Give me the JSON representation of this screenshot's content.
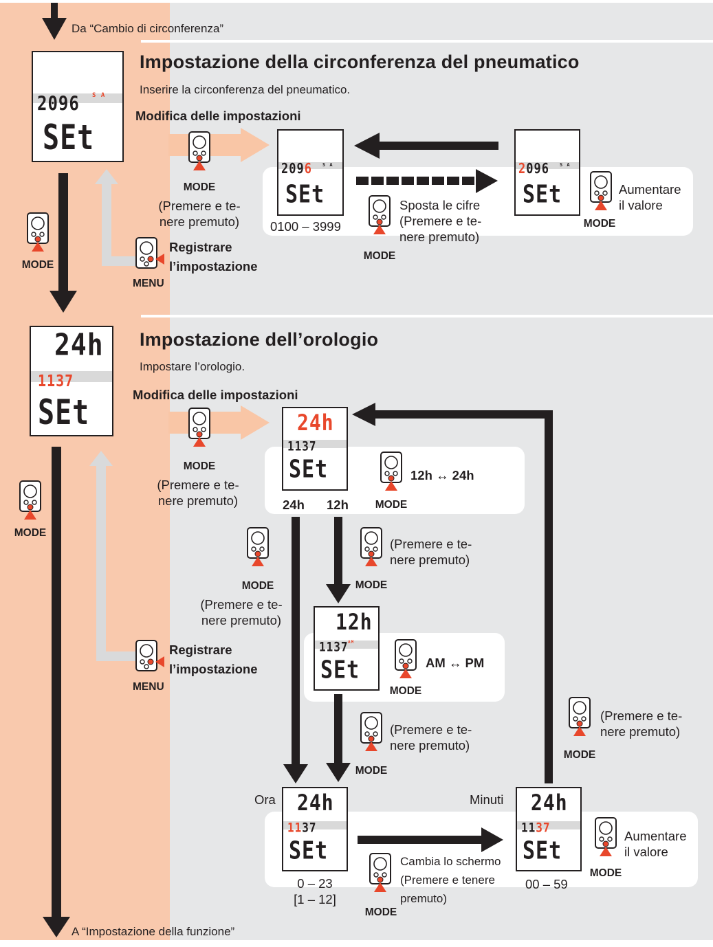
{
  "top": {
    "from_label": "Da “Cambio di circonferenza”"
  },
  "bottom": {
    "to_label": "A “Impostazione della funzione”"
  },
  "common": {
    "mode": "MODE",
    "menu": "MENU",
    "press_hold_1": "(Premere e te-",
    "press_hold_2": "nere premuto)",
    "register_1": "Registrare",
    "register_2": "l’impostazione",
    "edit_settings": "Modifica delle impostazioni",
    "increase_1": "Aumentare",
    "increase_2": "il valore"
  },
  "tire": {
    "title": "Impostazione della circonferenza del pneumatico",
    "subtitle": "Inserire la circonferenza del pneumatico.",
    "lcd_value": "2096",
    "lcd_set": "SEt",
    "lcd_icons": "S A",
    "range": "0100 – 3999",
    "move_digits_1": "Sposta le cifre",
    "move_digits_2": "(Premere e te-",
    "move_digits_3": "nere premuto)",
    "digit_first": "2",
    "digits_rest_a": "209",
    "digit_last": "6",
    "digits_rest_b": "096"
  },
  "clock": {
    "title": "Impostazione dell’orologio",
    "subtitle": "Impostare l’orologio.",
    "lcd_24h": "24h",
    "lcd_12h": "12h",
    "lcd_time": "1137",
    "lcd_hh": "11",
    "lcd_mm": "37",
    "lcd_am": "AM",
    "lcd_set": "SEt",
    "label_24h": "24h",
    "label_12h": "12h",
    "toggle_12_24": "12h ↔ 24h",
    "toggle_am_pm": "AM ↔ PM",
    "hour_label": "Ora",
    "minute_label": "Minuti",
    "hour_range_1": "0 – 23",
    "hour_range_2": "[1 – 12]",
    "minute_range": "00 – 59",
    "change_screen_1": "Cambia lo schermo",
    "change_screen_2": "(Premere e tenere",
    "change_screen_3": "premuto)"
  },
  "colors": {
    "left_band": "#f9c9ad",
    "panel": "#e6e7e8",
    "accent_red": "#e8472b",
    "arrow_pink": "#f9c6a6",
    "arrow_grey": "#e0e1e2",
    "dark": "#231f20"
  }
}
